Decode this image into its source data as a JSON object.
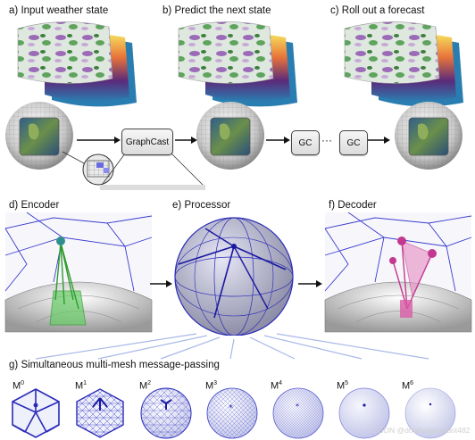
{
  "panels": {
    "a": {
      "label": "a)",
      "title": "Input weather state"
    },
    "b": {
      "label": "b)",
      "title": "Predict the next state"
    },
    "c": {
      "label": "c)",
      "title": "Roll out a forecast"
    },
    "d": {
      "label": "d)",
      "title": "Encoder"
    },
    "e": {
      "label": "e)",
      "title": "Processor"
    },
    "f": {
      "label": "f)",
      "title": "Decoder"
    },
    "g": {
      "label": "g)",
      "title": "Simultaneous multi-mesh message-passing"
    }
  },
  "boxes": {
    "graphcast": "GraphCast",
    "gc1": "GC",
    "gc2": "GC",
    "ellipsis": "···"
  },
  "meshes": [
    {
      "base": "M",
      "level": "0"
    },
    {
      "base": "M",
      "level": "1"
    },
    {
      "base": "M",
      "level": "2"
    },
    {
      "base": "M",
      "level": "3"
    },
    {
      "base": "M",
      "level": "4"
    },
    {
      "base": "M",
      "level": "5"
    },
    {
      "base": "M",
      "level": "6"
    }
  ],
  "watermark": "CSDN @dowhatyouwant482",
  "colors": {
    "mesh_blue": "#2a2ab8",
    "encoder_green": "#2e9a2e",
    "decoder_magenta": "#c2398f",
    "box_border": "#444444"
  }
}
